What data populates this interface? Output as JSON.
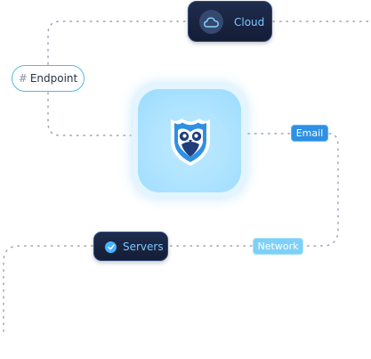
{
  "nodes": {
    "cloud": {
      "label": "Cloud"
    },
    "endpoint": {
      "label": "Endpoint",
      "prefix": "#"
    },
    "email": {
      "label": "Email"
    },
    "servers": {
      "label": "Servers"
    },
    "network": {
      "label": "Network"
    }
  },
  "colors": {
    "dark_pill": "#1a2542",
    "pill_text": "#7cc8ff",
    "accent_blue": "#2f8fe3",
    "light_blue": "#7dd0f7",
    "tile_blue": "#aee3ff",
    "connector": "#9aa7b6"
  },
  "icons": {
    "center": "owl-shield-icon",
    "cloud": "cloud-icon",
    "servers": "check-circle-icon",
    "endpoint": "hash-icon"
  }
}
